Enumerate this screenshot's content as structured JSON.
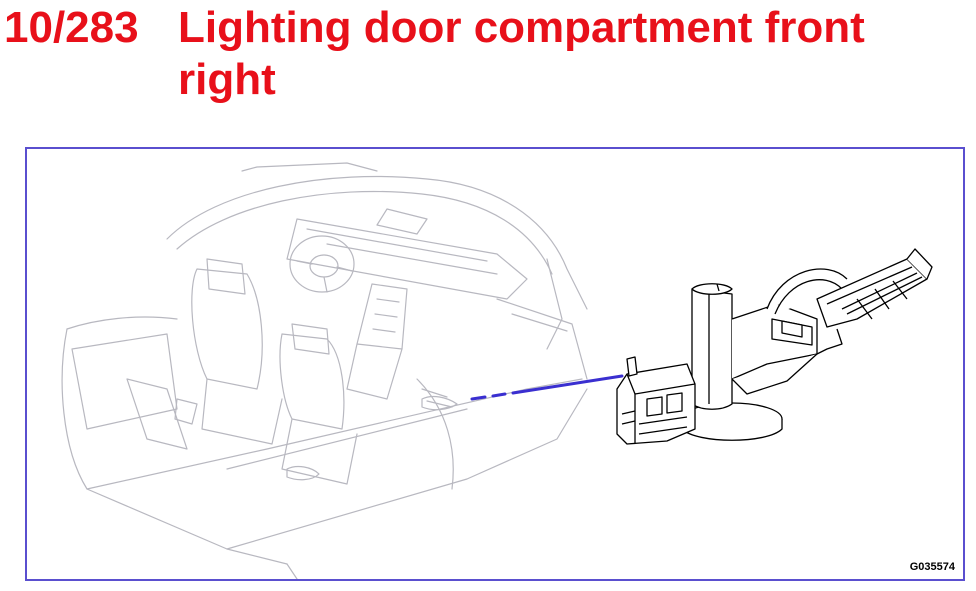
{
  "header": {
    "code": "10/283",
    "title": "Lighting door compartment front right"
  },
  "figure": {
    "id": "G035574",
    "icons": [
      "car-interior-drawing-icon",
      "door-light-connector-icon"
    ],
    "colors": {
      "title": "#e8101a",
      "frame": "#5a4fcf",
      "pointer": "#3a2fd0",
      "line_art": "#b8b8c0",
      "component": "#000000"
    }
  }
}
